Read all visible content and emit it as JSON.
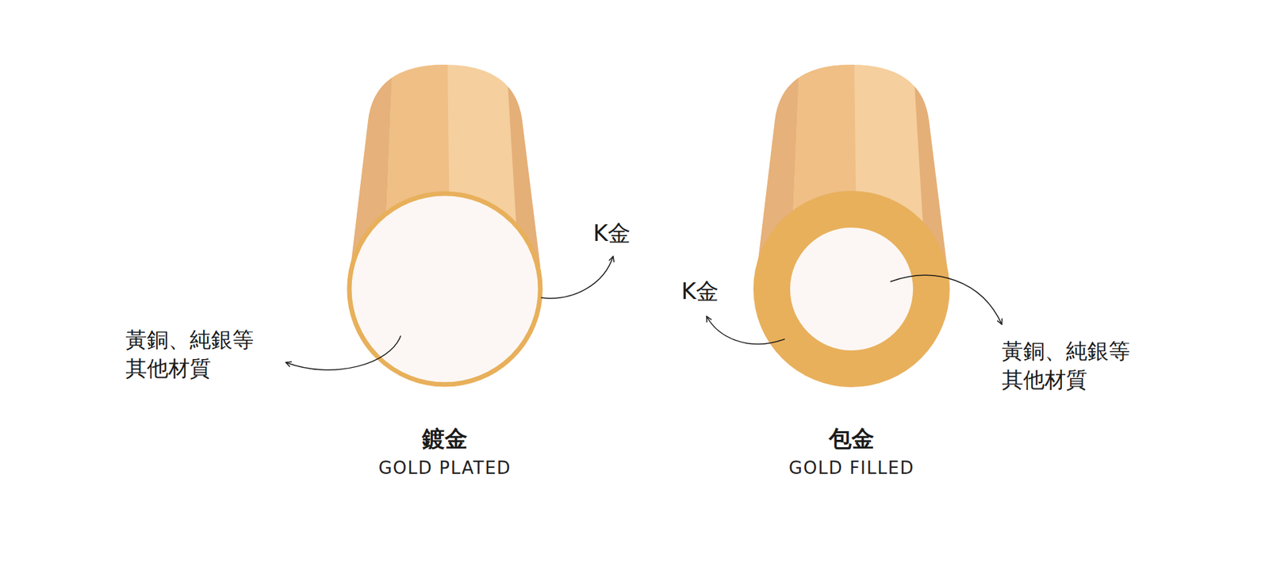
{
  "diagram": {
    "nodes": [
      {
        "text": [
          "鍍金",
          "GOLD PLATED"
        ]
      },
      {
        "text": [
          "包金",
          "GOLD FILLED"
        ]
      }
    ],
    "labels": [
      "K金",
      "黃銅、純銀等 其他材質",
      "K金",
      "黃銅、純銀等 其他材質"
    ]
  }
}
